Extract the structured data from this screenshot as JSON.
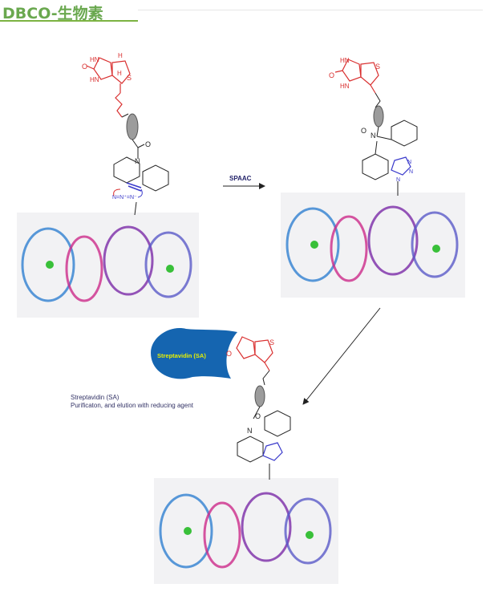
{
  "header": {
    "title": "DBCO-生物素"
  },
  "arrow": {
    "label": "SPAAC"
  },
  "streptavidin": {
    "blob_label": "Streptavidin (SA)",
    "caption_line1": "Streptavidin (SA)",
    "caption_line2": "Purificaton, and elution with reducing agent"
  },
  "structure_labels": {
    "biotin_o": "O",
    "biotin_nh1": "HN",
    "biotin_nh2": "HN",
    "biotin_h1": "H",
    "biotin_h2": "H",
    "biotin_s": "S",
    "amide_o": "O",
    "amide_n": "N",
    "triazole_n1": "N",
    "triazole_n2": "N",
    "triazole_n3": "N",
    "azide": "N=N⁺=N⁻"
  },
  "colors": {
    "title_green": "#6aa84f",
    "biotin_red": "#d93030",
    "triazole_blue": "#3a3acb",
    "sa_blue": "#1565b0",
    "arrow": "#222222"
  }
}
